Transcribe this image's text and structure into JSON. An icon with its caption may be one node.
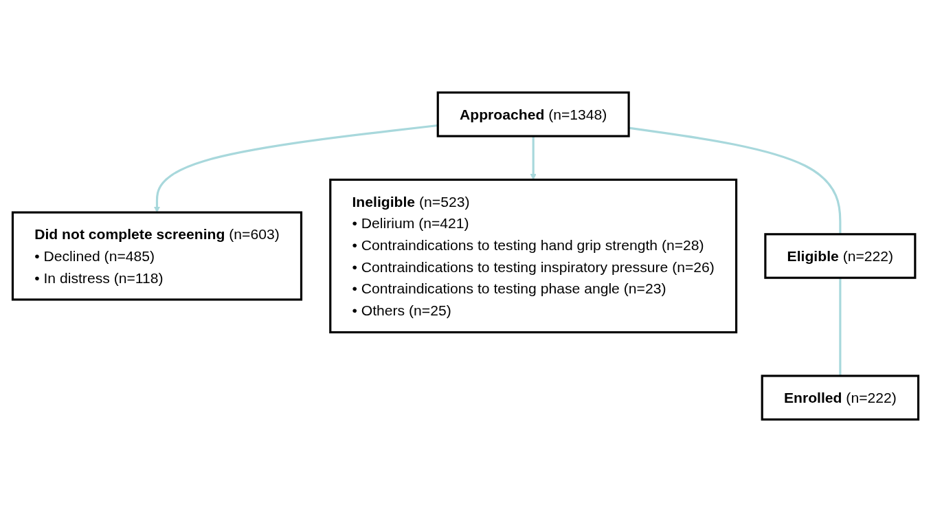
{
  "diagram": {
    "nodes": [
      {
        "text": [
          "**Approached** (n=1348)"
        ]
      },
      {
        "text": [
          "**Did not complete screening** (n=603)",
          "• Declined (n=485)",
          "• In distress (n=118)"
        ]
      },
      {
        "text": [
          "**Ineligible** (n=523)",
          "• Delirium (n=421)",
          "• Contraindications to testing hand grip strength (n=28)",
          "• Contraindications to testing inspiratory pressure (n=26)",
          "• Contraindications to testing phase angle (n=23)",
          "• Others (n=25)"
        ]
      },
      {
        "text": [
          "**Eligible** (n=222)"
        ]
      },
      {
        "text": [
          "**Enrolled** (n=222)"
        ]
      }
    ],
    "edges": [
      {
        "from": 0,
        "to": 1,
        "arrow": "to"
      },
      {
        "from": 0,
        "to": 2,
        "arrow": "to"
      },
      {
        "from": 0,
        "to": 3,
        "arrow": "none"
      },
      {
        "from": 3,
        "to": 4,
        "arrow": "none"
      }
    ]
  }
}
